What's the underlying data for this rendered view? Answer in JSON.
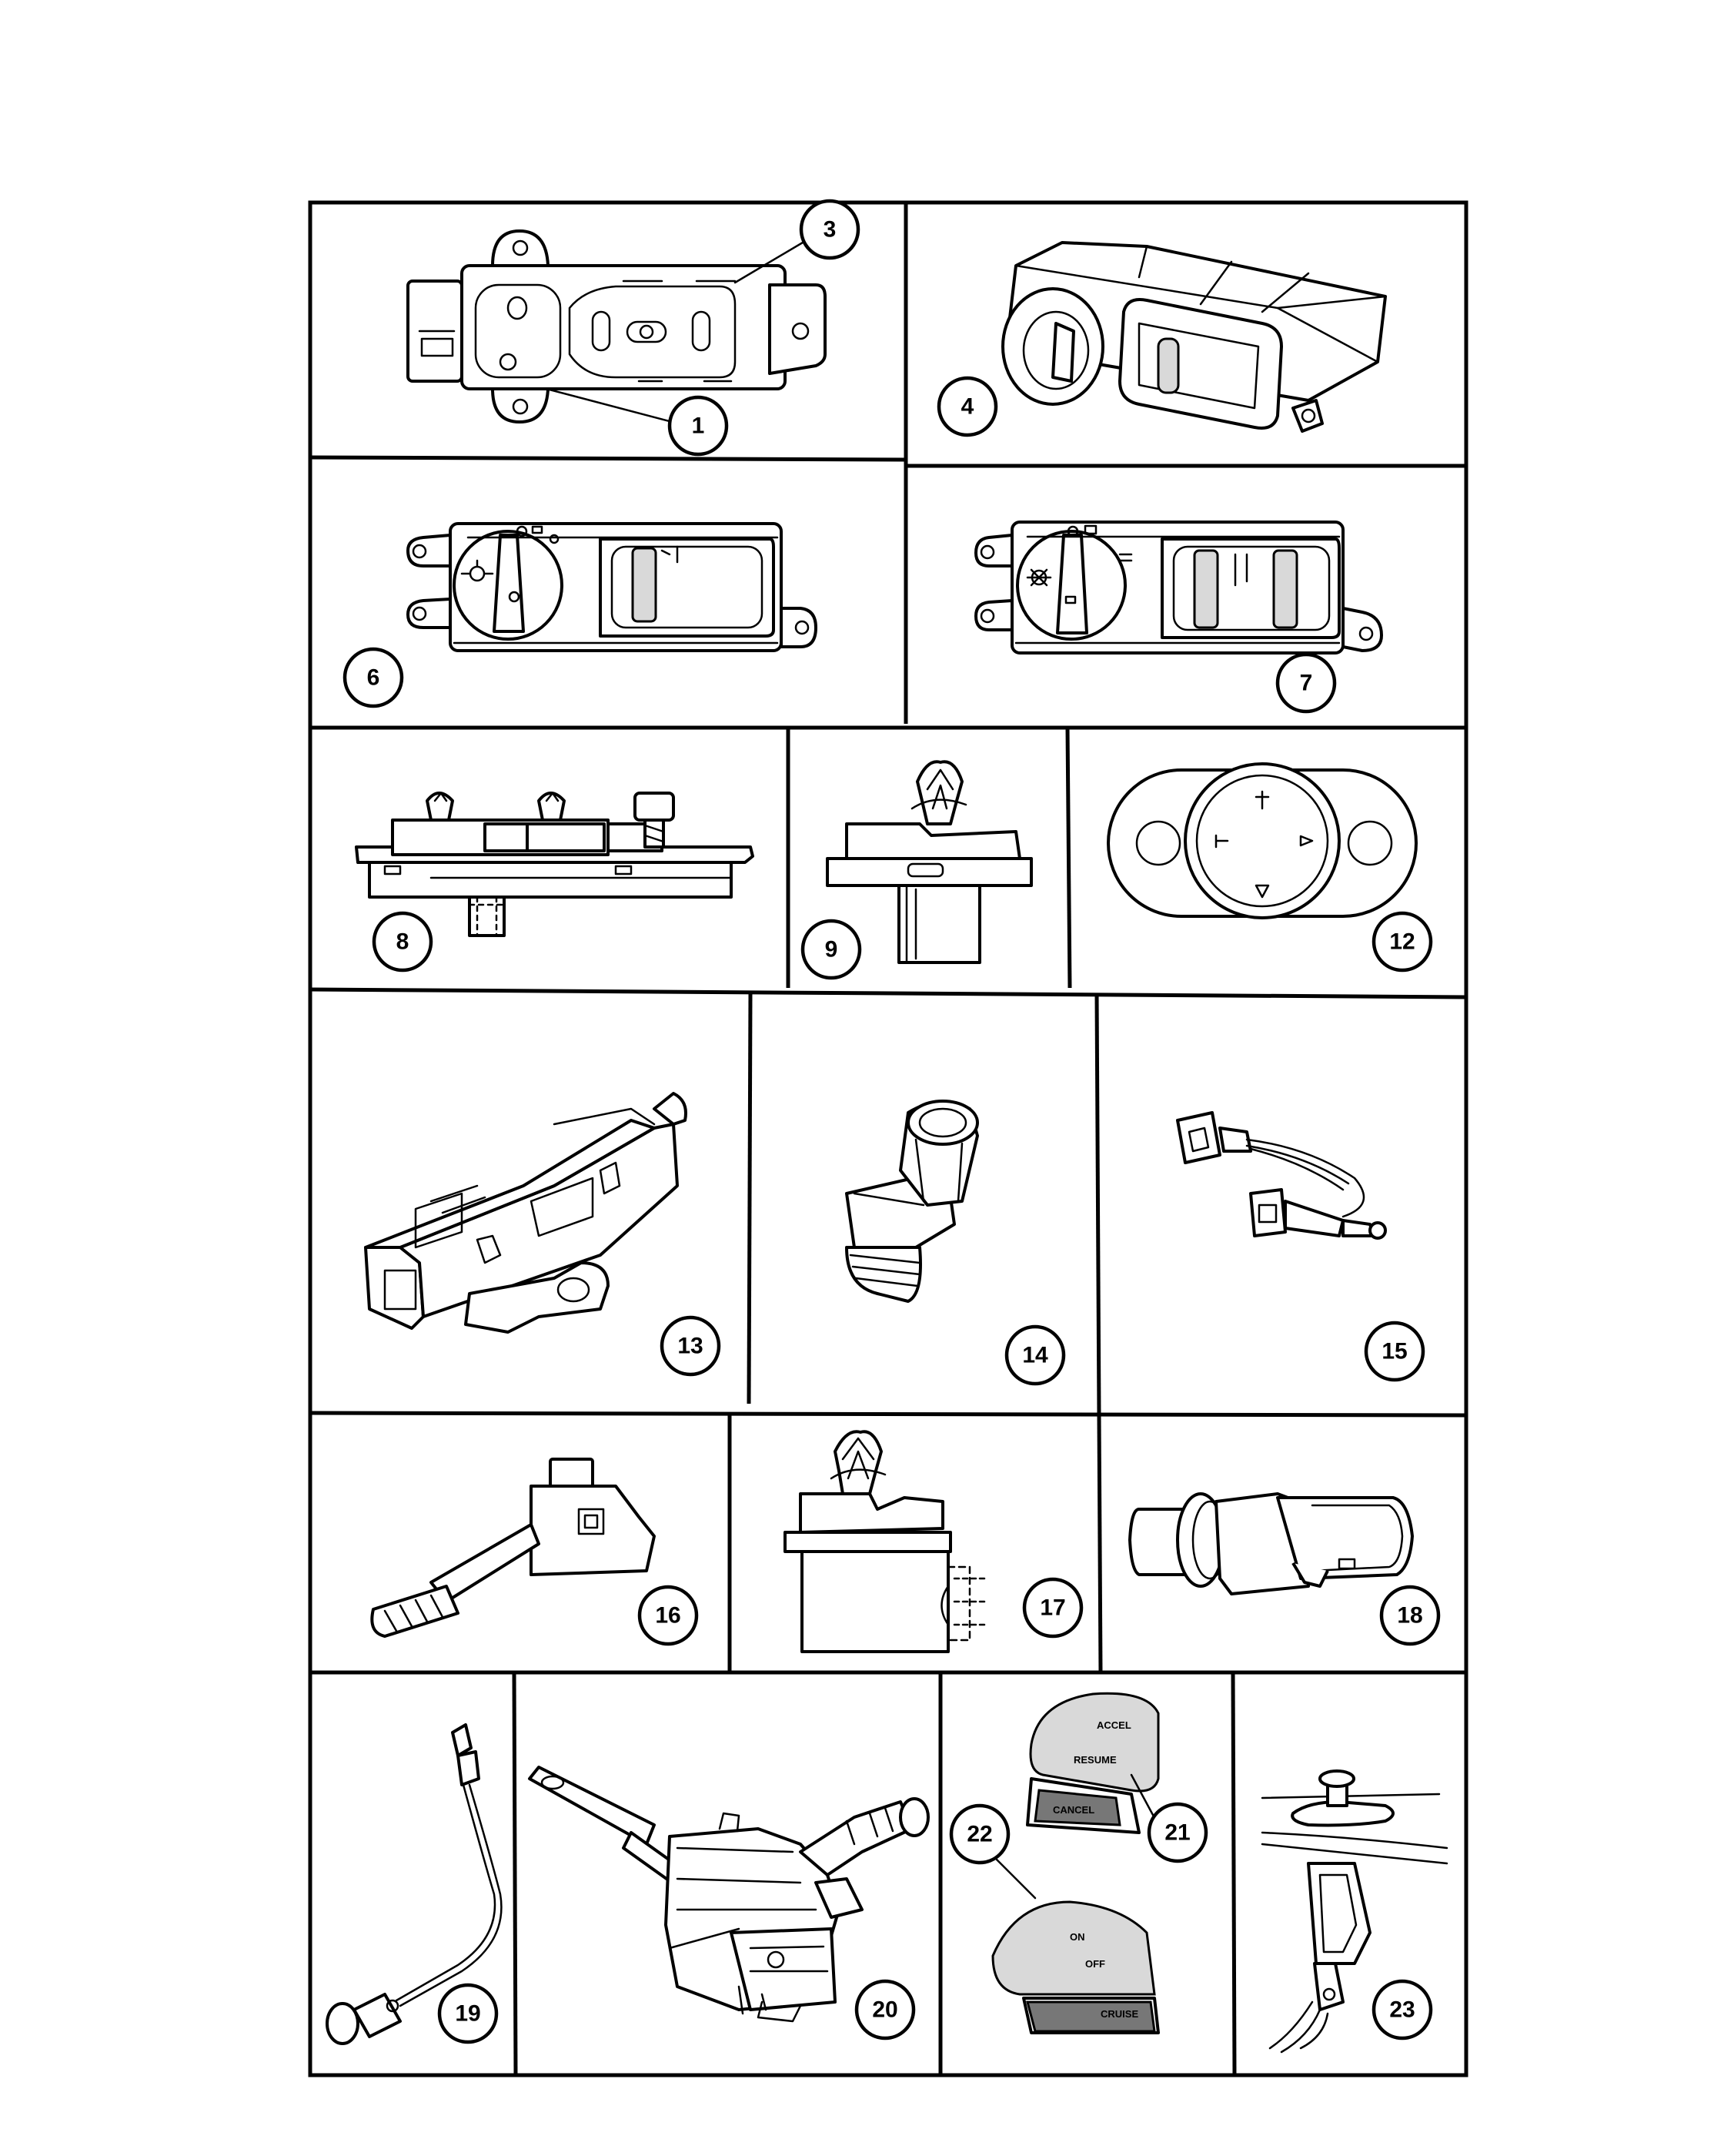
{
  "diagram": {
    "callouts": [
      "1",
      "3",
      "4",
      "6",
      "7",
      "8",
      "9",
      "12",
      "13",
      "14",
      "15",
      "16",
      "17",
      "18",
      "19",
      "20",
      "21",
      "22",
      "23"
    ],
    "pad_labels": {
      "accel": "ACCEL",
      "resume": "RESUME",
      "cancel": "CANCEL",
      "on": "ON",
      "off": "OFF",
      "cruise": "CRUISE"
    }
  }
}
